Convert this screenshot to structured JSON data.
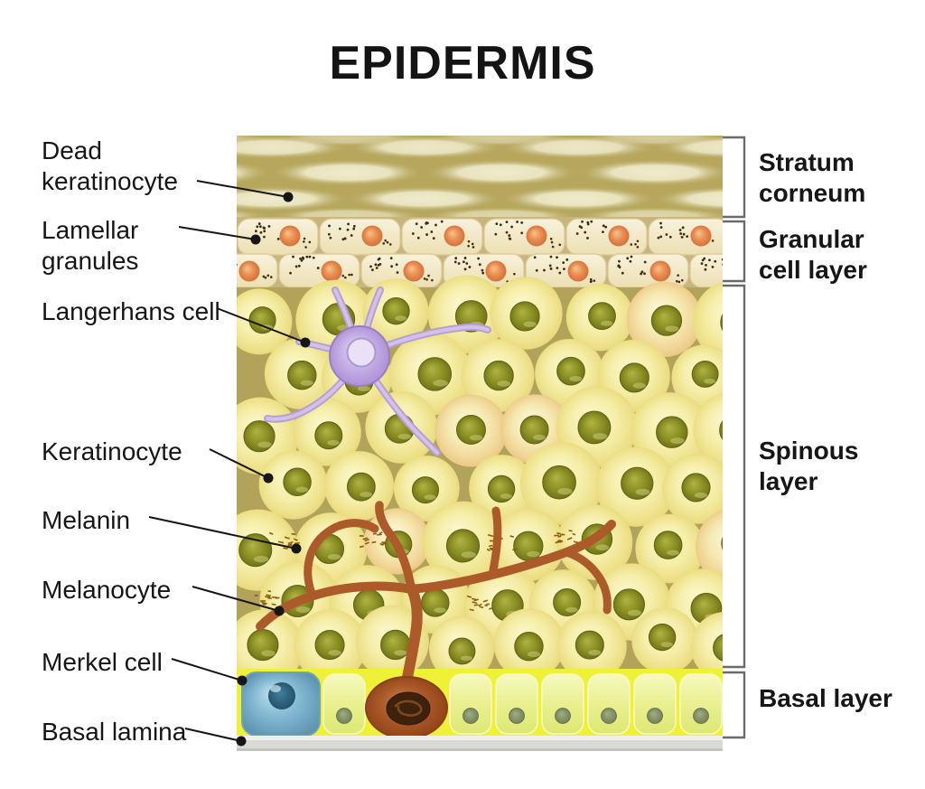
{
  "title": "EPIDERMIS",
  "labels": {
    "left": [
      {
        "id": "dead-keratinocyte",
        "lines": [
          "Dead",
          "keratinocyte"
        ]
      },
      {
        "id": "lamellar-granules",
        "lines": [
          "Lamellar",
          "granules"
        ]
      },
      {
        "id": "langerhans-cell",
        "lines": [
          "Langerhans cell"
        ]
      },
      {
        "id": "keratinocyte",
        "lines": [
          "Keratinocyte"
        ]
      },
      {
        "id": "melanin",
        "lines": [
          "Melanin"
        ]
      },
      {
        "id": "melanocyte",
        "lines": [
          "Melanocyte"
        ]
      },
      {
        "id": "merkel-cell",
        "lines": [
          "Merkel cell"
        ]
      },
      {
        "id": "basal-lamina",
        "lines": [
          "Basal lamina"
        ]
      }
    ],
    "right": [
      {
        "id": "stratum-corneum",
        "lines": [
          "Stratum",
          "corneum"
        ]
      },
      {
        "id": "granular-cell-layer",
        "lines": [
          "Granular",
          "cell layer"
        ]
      },
      {
        "id": "spinous-layer",
        "lines": [
          "Spinous",
          "layer"
        ]
      },
      {
        "id": "basal-layer",
        "lines": [
          "Basal layer"
        ]
      }
    ]
  },
  "colors": {
    "title_text": "#141414",
    "label_text": "#161616",
    "leader_line": "#161616",
    "bracket": "#6a6a6a",
    "stratum_corneum_bg": "#b6a75d",
    "corneum_cell": "#ebe6c4",
    "granular_bg": "#c6b67c",
    "granular_cell": "#f5eed2",
    "granular_nucleus": "#e08245",
    "granule_speckle": "#3f2c12",
    "spinous_bg": "#b2a35a",
    "spinous_cell": "#f4eda2",
    "cell_nucleus": "#8e9226",
    "melanin": "#8a5c10",
    "melanocyte": "#ad5a2a",
    "melanocyte_nucleus": "#3f220c",
    "langerhans": "#c2aede",
    "basal_bg": "#eef135",
    "basal_cell": "#e6ed7d",
    "basal_nucleus": "#8a9478",
    "merkel_cell": "#7fb7d2",
    "merkel_nucleus": "#275d78",
    "basal_lamina": "#d9d9d5"
  }
}
